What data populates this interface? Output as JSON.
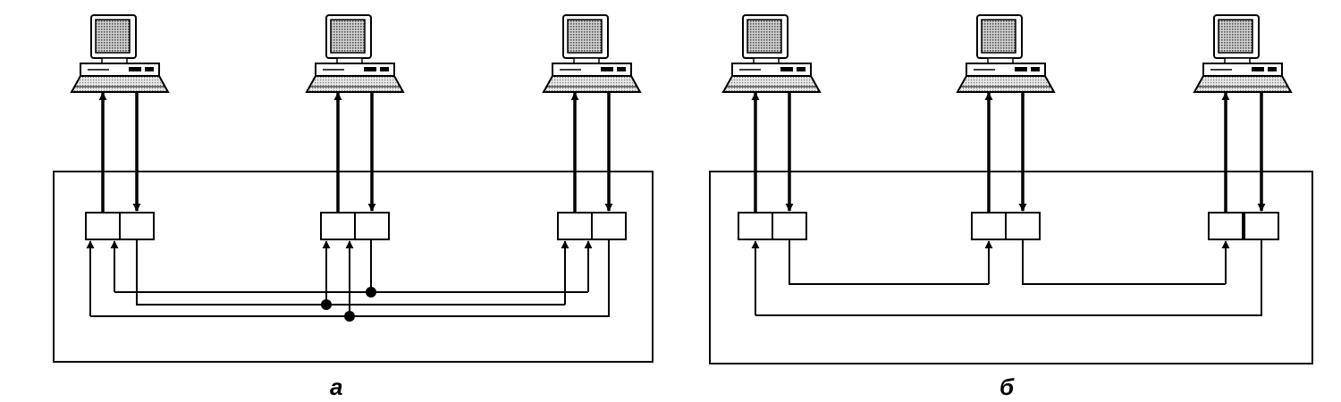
{
  "diagrams": [
    {
      "caption": "а",
      "topology": "shared-bus",
      "computers": 3
    },
    {
      "caption": "б",
      "topology": "ring",
      "computers": 3
    }
  ],
  "icons": {
    "computer": "computer-icon",
    "port": "port-box"
  },
  "colors": {
    "line": "#000000",
    "screen": "#9a9a9a",
    "background": "#ffffff"
  }
}
